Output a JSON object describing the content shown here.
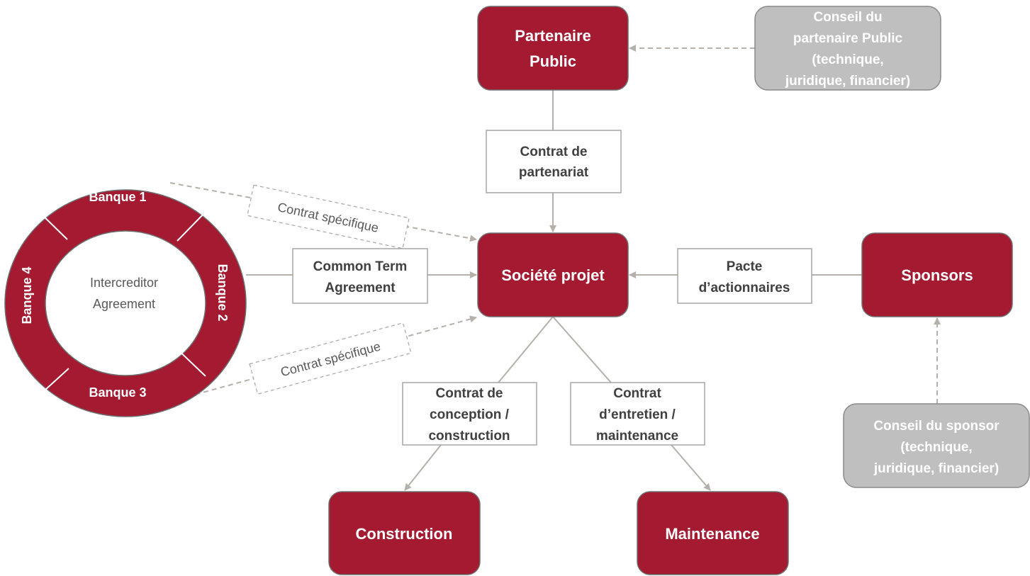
{
  "nodes": {
    "partenaire_public": [
      "Partenaire",
      "Public"
    ],
    "conseil_partenaire": [
      "Conseil du",
      "partenaire Public",
      "(technique,",
      "juridique, financier)"
    ],
    "societe_projet": "Société projet",
    "sponsors": "Sponsors",
    "conseil_sponsor": [
      "Conseil du sponsor",
      "(technique,",
      "juridique, financier)"
    ],
    "construction": "Construction",
    "maintenance": "Maintenance"
  },
  "contracts": {
    "partenariat": [
      "Contrat de",
      "partenariat"
    ],
    "common_term": [
      "Common Term",
      "Agreement"
    ],
    "pacte": [
      "Pacte",
      "d’actionnaires"
    ],
    "conception": [
      "Contrat de",
      "conception /",
      "construction"
    ],
    "entretien": [
      "Contrat",
      "d’entretien /",
      "maintenance"
    ],
    "specifique_1": "Contrat spécifique",
    "specifique_2": "Contrat spécifique"
  },
  "ring": {
    "center": [
      "Intercreditor",
      "Agreement"
    ],
    "banks": [
      "Banque 1",
      "Banque 2",
      "Banque 3",
      "Banque 4"
    ]
  },
  "colors": {
    "primary": "#a31a31",
    "advisor": "#bfbfbf",
    "connector": "#b5b0a9"
  }
}
